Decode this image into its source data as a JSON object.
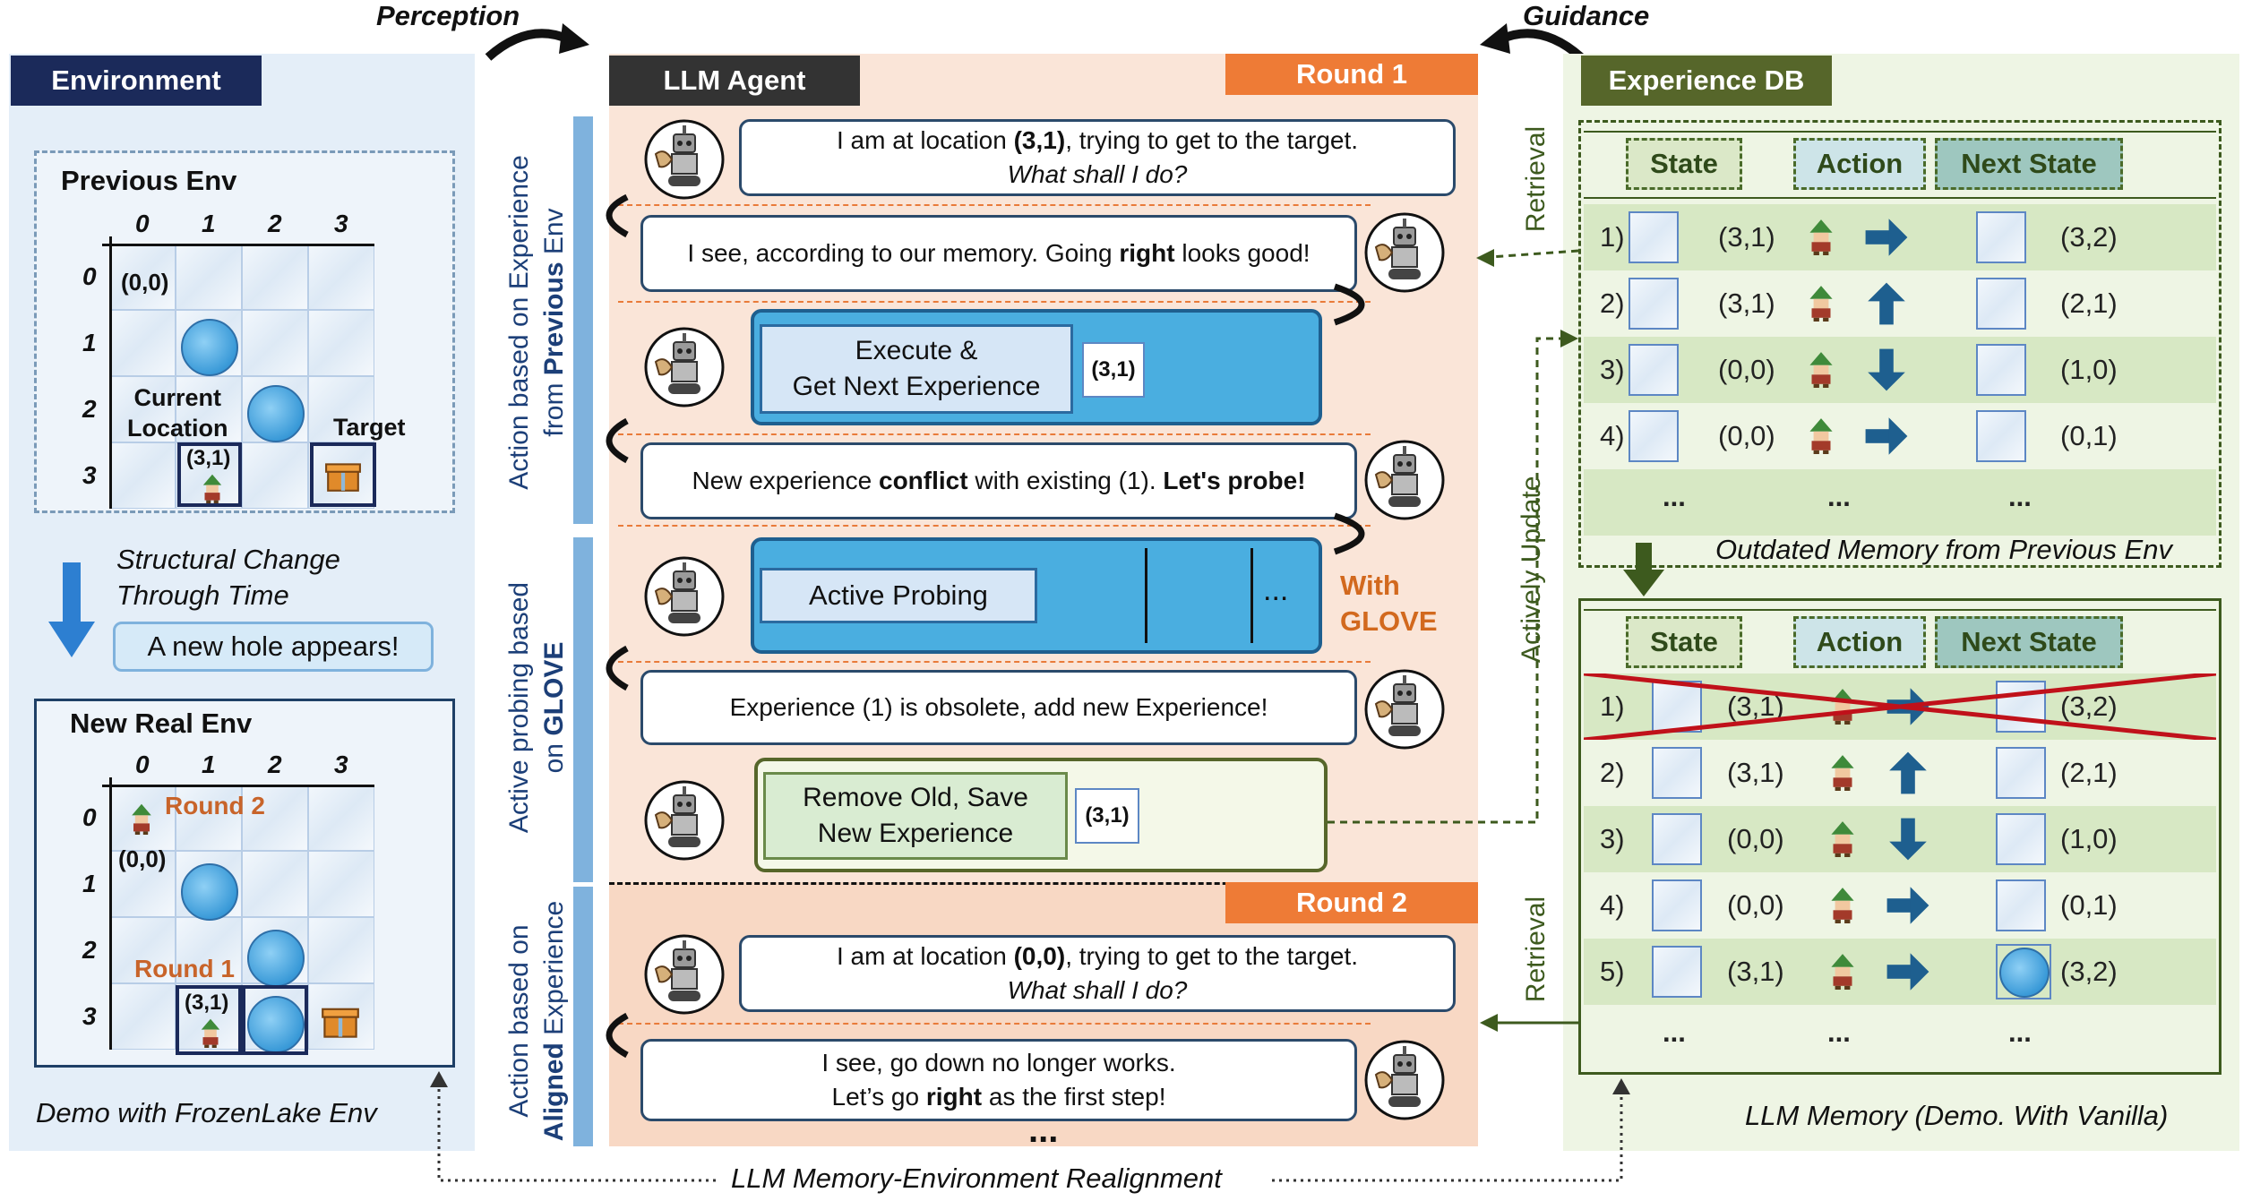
{
  "top": {
    "perception": "Perception",
    "guidance": "Guidance"
  },
  "environment": {
    "title": "Environment",
    "previous_title": "Previous Env",
    "new_title": "New Real Env",
    "col_labels": [
      "0",
      "1",
      "2",
      "3"
    ],
    "row_labels": [
      "0",
      "1",
      "2",
      "3"
    ],
    "origin_label": "(0,0)",
    "current_location_label": "Current\nLocation",
    "target_label": "Target",
    "pos_label": "(3,1)",
    "change_text": "Structural Change\nThrough Time",
    "hole_notice": "A new hole appears!",
    "round2_label": "Round 2",
    "round1_label": "Round 1",
    "demo_caption": "Demo with FrozenLake Env"
  },
  "agent": {
    "title": "LLM Agent",
    "round1": "Round 1",
    "round2": "Round 2",
    "side_label_1a": "Action based on Experience",
    "side_label_1b_pre": "from ",
    "side_label_1b_bold": "Previous",
    "side_label_1b_post": " Env",
    "side_label_2a": "Active probing based",
    "side_label_2b_pre": "on ",
    "side_label_2b_bold": "GLOVE",
    "side_label_3a": "Action based on",
    "side_label_3b_bold": "Aligned",
    "side_label_3b_post": " Experience",
    "q1_pre": "I am at location ",
    "q1_bold": "(3,1)",
    "q1_post": ", trying to get to the target.",
    "q_sub": "What shall I do?",
    "a1_pre": "I see, according to our memory. Going ",
    "a1_bold": "right",
    "a1_post": " looks good!",
    "execute_label": "Execute &\nGet Next Experience",
    "conflict_pre": "New experience ",
    "conflict_bold": "conflict",
    "conflict_mid": " with existing (1). ",
    "conflict_bold2": "Let's probe!",
    "probing_label": "Active Probing",
    "with_glove": "With\nGLOVE",
    "ellipsis": "...",
    "obsolete": "Experience (1) is obsolete, add new Experience!",
    "remove_label": "Remove Old, Save\nNew Experience",
    "q2_pre": "I am at location ",
    "q2_bold": "(0,0)",
    "q2_post": ", trying to get to the target.",
    "a2_line1": "I see, go down no longer works.",
    "a2_pre": "Let’s go ",
    "a2_bold": "right",
    "a2_post": " as the first step!",
    "bottom_dots": "..."
  },
  "experience_db": {
    "title": "Experience DB",
    "retrieval": "Retrieval",
    "actively_update": "Actively Update",
    "headers": [
      "State",
      "Action",
      "Next State"
    ],
    "outdated_caption": "Outdated Memory from Previous Env",
    "memory_caption": "LLM Memory  (Demo. With Vanilla)",
    "old_rows": [
      {
        "idx": "1)",
        "state": "(3,1)",
        "action": "right",
        "next": "(3,2)"
      },
      {
        "idx": "2)",
        "state": "(3,1)",
        "action": "up",
        "next": "(2,1)"
      },
      {
        "idx": "3)",
        "state": "(0,0)",
        "action": "down",
        "next": "(1,0)"
      },
      {
        "idx": "4)",
        "state": "(0,0)",
        "action": "right",
        "next": "(0,1)"
      }
    ],
    "new_rows": [
      {
        "idx": "1)",
        "state": "(3,1)",
        "action": "right",
        "next": "(3,2)"
      },
      {
        "idx": "2)",
        "state": "(3,1)",
        "action": "up",
        "next": "(2,1)"
      },
      {
        "idx": "3)",
        "state": "(0,0)",
        "action": "down",
        "next": "(1,0)"
      },
      {
        "idx": "4)",
        "state": "(0,0)",
        "action": "right",
        "next": "(0,1)"
      },
      {
        "idx": "5)",
        "state": "(3,1)",
        "action": "right",
        "next": "(3,2)"
      }
    ],
    "dots": "..."
  },
  "footer": {
    "realignment": "LLM Memory-Environment Realignment"
  }
}
